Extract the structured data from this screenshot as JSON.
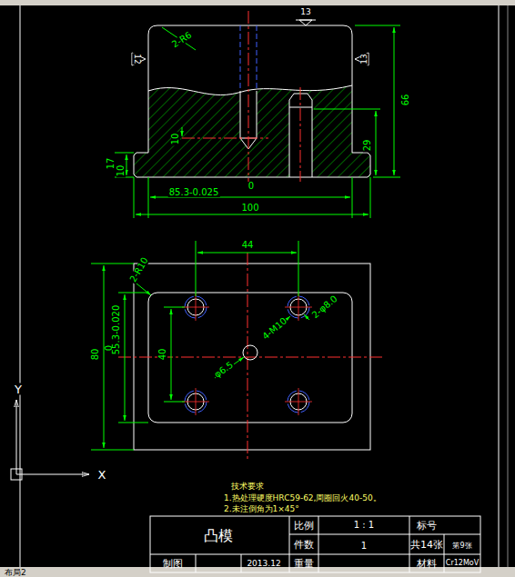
{
  "diagram": {
    "labels": [
      "2-R6",
      "13",
      "12",
      "13",
      "10",
      "17",
      "10",
      "0",
      "85.3-0.025",
      "100",
      "66",
      "29",
      "44",
      "2-R10",
      "80",
      "0",
      "55.3-0.020",
      "40",
      "4-M10",
      "2-φ8.0",
      "φ6.5",
      "技术要求",
      "1.热处理硬度HRC59-62,周圈回火40-50。",
      "2.未注倒角为1×45°",
      "凸模",
      "比例",
      "1 : 1",
      "标号",
      "件数",
      "1",
      "共14张",
      "第9张",
      "制图",
      "2013.12",
      "重量",
      "材料",
      "Cr12MoV",
      "X",
      "Y",
      "布局2"
    ]
  }
}
